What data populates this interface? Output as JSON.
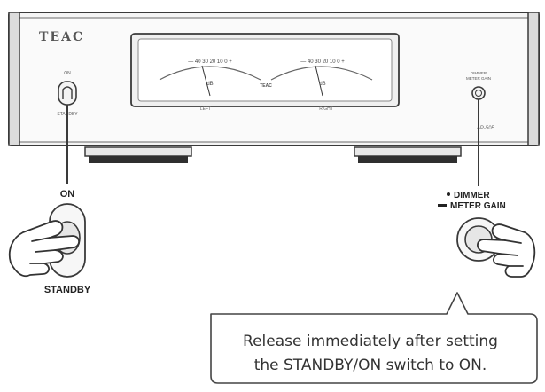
{
  "device": {
    "brand": "TEAC",
    "model": "AP-505",
    "switch_label_top": "ON",
    "switch_label_bottom": "STANDBY",
    "knob_label_line1": "DIMMER",
    "knob_label_line2": "METER GAIN",
    "meter_left": {
      "scale": [
        "—",
        "40",
        "30",
        "20",
        "10",
        "0",
        "+"
      ],
      "unit": "dB",
      "label": "LEFT"
    },
    "meter_right": {
      "scale": [
        "—",
        "40",
        "30",
        "20",
        "10",
        "0",
        "+"
      ],
      "unit": "dB",
      "label": "RIGHT"
    },
    "meter_center_logo": "TEAC"
  },
  "detail": {
    "switch_label_top": "ON",
    "switch_label_bottom": "STANDBY",
    "knob_label_line1": "DIMMER",
    "knob_label_line2": "METER GAIN"
  },
  "callout": {
    "line1": "Release immediately after setting",
    "line2": "the STANDBY/ON switch to ON."
  },
  "colors": {
    "line": "#3a3a3a",
    "fill_light": "#f2f2f2",
    "fill_panel": "#e6e6e6"
  }
}
